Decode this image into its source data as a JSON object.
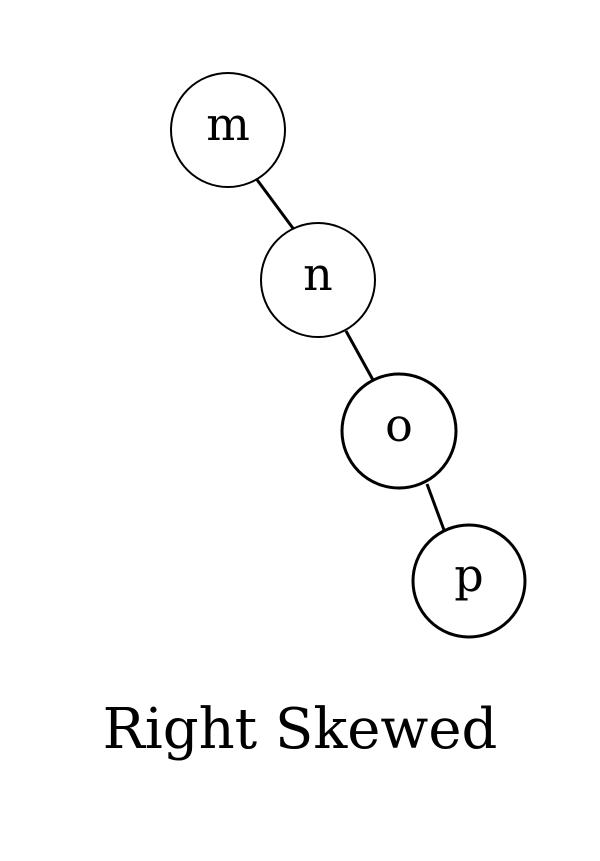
{
  "diagram": {
    "caption": "Right Skewed",
    "nodes": [
      {
        "id": "m",
        "label": "m"
      },
      {
        "id": "n",
        "label": "n"
      },
      {
        "id": "o",
        "label": "o"
      },
      {
        "id": "p",
        "label": "p"
      }
    ],
    "edges": [
      {
        "from": "m",
        "to": "n"
      },
      {
        "from": "n",
        "to": "o"
      },
      {
        "from": "o",
        "to": "p"
      }
    ],
    "colors": {
      "stroke": "#000000",
      "fill": "#ffffff",
      "background": "#ffffff"
    }
  }
}
